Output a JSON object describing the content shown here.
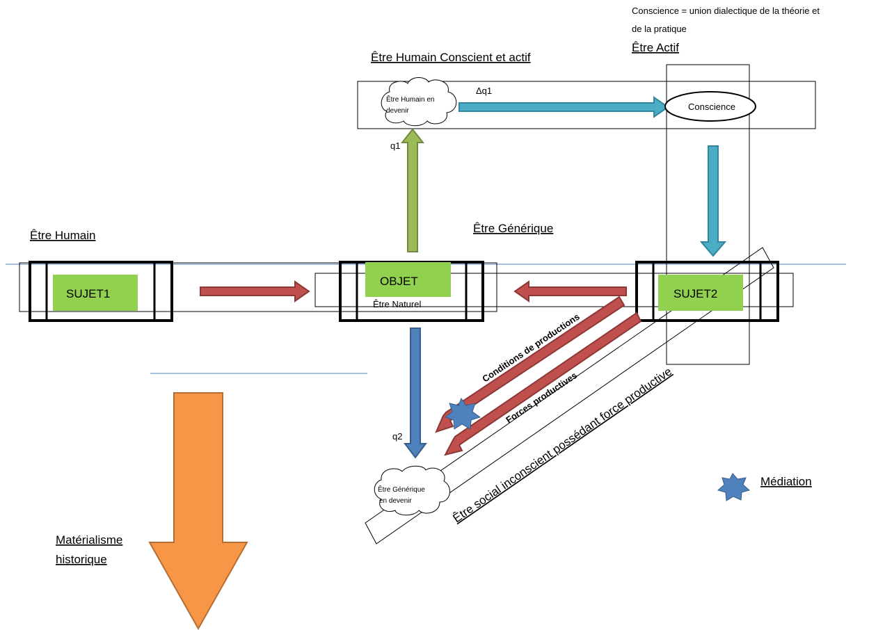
{
  "labels": {
    "etre_humain": "Être Humain",
    "etre_humain_conscient": "Être Humain Conscient et actif",
    "etre_actif": "Être Actif",
    "etre_generique": "Être Générique",
    "conscience_def_line1": "Conscience = union dialectique de la théorie et",
    "conscience_def_line2": "de la pratique",
    "materialisme_line1": "Matérialisme",
    "materialisme_line2": "historique",
    "mediation": "Médiation",
    "etre_social": "Être social inconscient possédant force productive"
  },
  "nodes": {
    "sujet1": "SUJET1",
    "objet": "OBJET",
    "sujet2": "SUJET2",
    "etre_naturel": "Être Naturel",
    "conscience": "Conscience",
    "cloud_humain_line1": "Être Humain en",
    "cloud_humain_line2": "devenir",
    "cloud_generique_line1": "Être Générique",
    "cloud_generique_line2": "en devenir"
  },
  "arrows": {
    "dq1": "Δq1",
    "q1": "q1",
    "q2": "q2",
    "conditions": "Conditions de productions",
    "forces": "Forces productives"
  },
  "colors": {
    "green_box": "#92d050",
    "red_arrow": "#c0504d",
    "red_arrow_dark": "#8c3836",
    "teal_arrow": "#4bacc6",
    "teal_arrow_dark": "#31859c",
    "green_arrow": "#9bbb59",
    "green_arrow_dark": "#71893f",
    "blue_arrow": "#4f81bd",
    "blue_arrow_dark": "#385d8a",
    "orange_arrow": "#f79646",
    "orange_arrow_dark": "#b66d31",
    "star": "#4f81bd",
    "rule_line": "#4f81bd"
  }
}
